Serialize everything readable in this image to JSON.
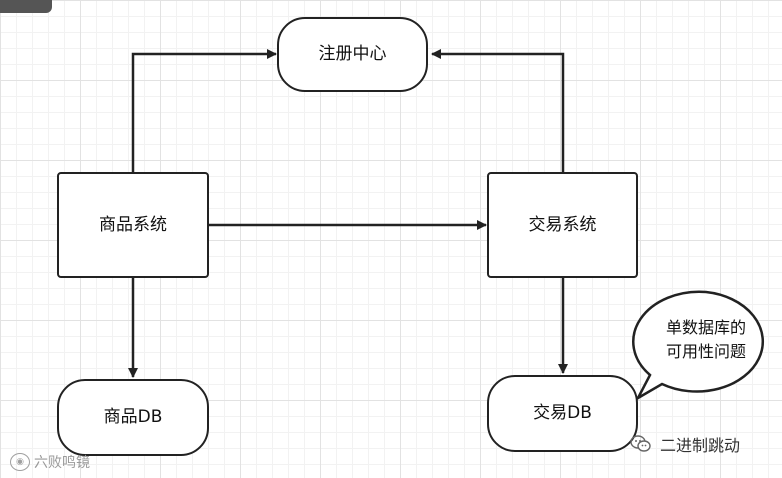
{
  "nodes": {
    "registry": "注册中心",
    "product_system": "商品系统",
    "trade_system": "交易系统",
    "product_db": "商品DB",
    "trade_db": "交易DB"
  },
  "callout": {
    "line1": "单数据库的",
    "line2": "可用性问题"
  },
  "watermarks": {
    "left": "六败鸣镜",
    "right": "二进制跳动"
  },
  "colors": {
    "stroke": "#222222",
    "grid": "#e2e2e2",
    "background": "#ffffff"
  }
}
